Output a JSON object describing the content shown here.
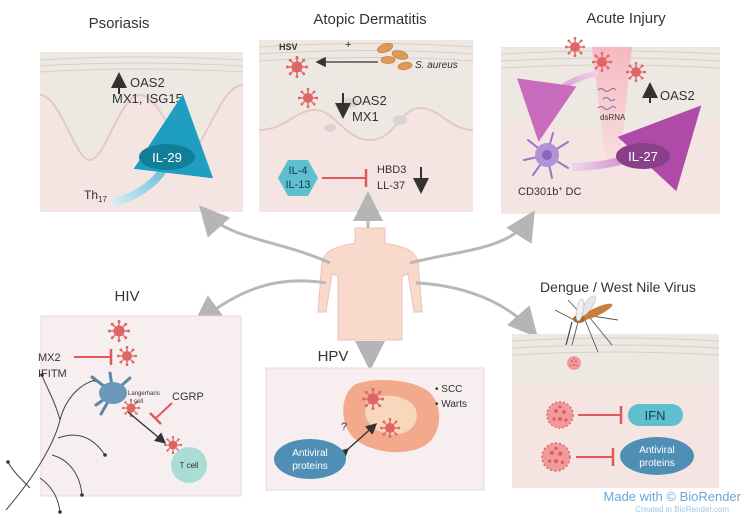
{
  "panels": {
    "psoriasis": {
      "title": "Psoriasis",
      "genes_line1": "OAS2",
      "genes_line2": "MX1, ISG15",
      "cytokine": "IL-29",
      "cell": "Th",
      "cell_sub": "17"
    },
    "atopic": {
      "title": "Atopic Dermatitis",
      "virus": "HSV",
      "plus": "+",
      "bacteria": "S. aureus",
      "genes_line1": "OAS2",
      "genes_line2": "MX1",
      "cytokine_line1": "IL-4",
      "cytokine_line2": "IL-13",
      "amp_line1": "HBD3",
      "amp_line2": "LL-37"
    },
    "acute": {
      "title": "Acute Injury",
      "dsrna": "dsRNA",
      "gene": "OAS2",
      "cytokine": "IL-27",
      "cell": "CD301b",
      "cell_sup": "+",
      "cell_suffix": " DC"
    },
    "hiv": {
      "title": "HIV",
      "factor_line1": "MX2",
      "factor_line2": "IFITM",
      "cell_line1": "Langerhans",
      "cell_line2": "cell",
      "neuropeptide": "CGRP",
      "tcell": "T cell"
    },
    "hpv": {
      "title": "HPV",
      "bullet1": "• SCC",
      "bullet2": "• Warts",
      "question": "?",
      "proteins_line1": "Antiviral",
      "proteins_line2": "proteins"
    },
    "dengue": {
      "title": "Dengue / West Nile Virus",
      "ifn": "IFN",
      "proteins_line1": "Antiviral",
      "proteins_line2": "proteins"
    }
  },
  "watermark": "Made with © BioRender",
  "watermark_sub": "Created in BioRender.com",
  "colors": {
    "skin_layer": "#efe9e5",
    "panel_bg": "#f6efee",
    "dermis": "#f3e3e1",
    "virus": "#e06a68",
    "inhibit": "#e05a5a",
    "teal": "#1a95ad",
    "cyan_hex": "#62c3cf",
    "purple": "#a04d9d",
    "grey_arrow": "#b8b8b8",
    "antiviral": "#5b98be"
  }
}
